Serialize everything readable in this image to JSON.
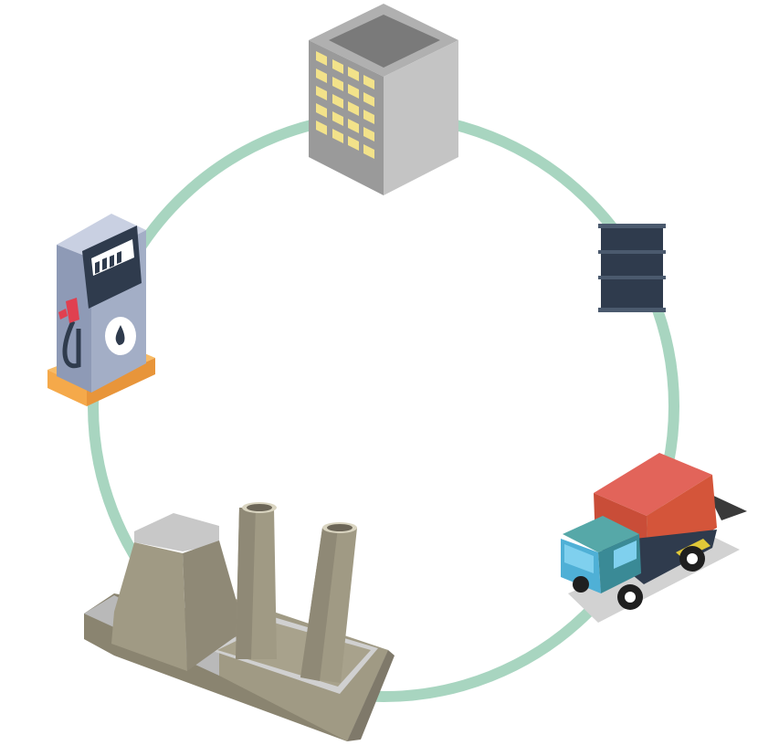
{
  "diagram": {
    "type": "cycle",
    "colors": {
      "ring": "#a8d5c0",
      "building_front": "#9a9a9a",
      "building_side": "#c4c4c4",
      "building_top": "#b0b0b0",
      "window": "#f2e28a",
      "barrel": "#2f3b4d",
      "barrel_band": "#4b5a6e",
      "truck_cargo": "#e2645a",
      "truck_cab": "#4fb0d6",
      "truck_cab_side": "#3a8a96",
      "factory": "#a09a84",
      "factory_dark": "#7f796a",
      "pump_body": "#a3aec6",
      "pump_base": "#f5a94a",
      "pump_nozzle": "#e04050"
    },
    "nodes": [
      {
        "id": "office-building",
        "icon": "building-icon"
      },
      {
        "id": "oil-barrel",
        "icon": "barrel-icon"
      },
      {
        "id": "delivery-truck",
        "icon": "truck-icon"
      },
      {
        "id": "power-plant",
        "icon": "factory-icon"
      },
      {
        "id": "fuel-pump",
        "icon": "fuel-pump-icon"
      }
    ]
  }
}
